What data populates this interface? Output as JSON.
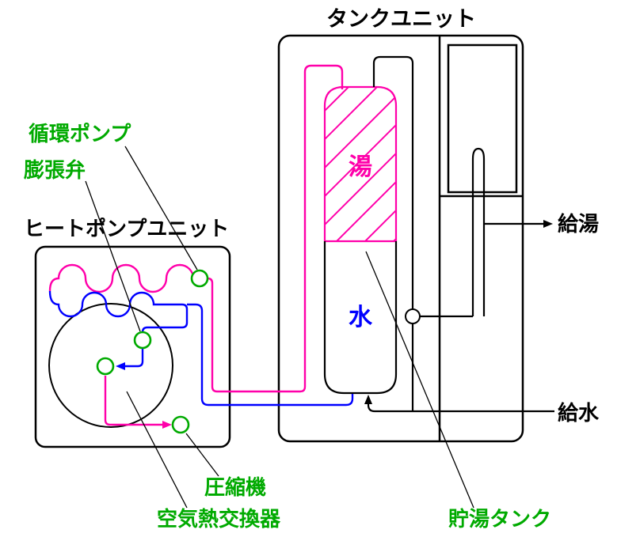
{
  "diagram": {
    "title": "タンクユニット",
    "heat_pump_unit_label": "ヒートポンプユニット",
    "components": {
      "circulation_pump": "循環ポンプ",
      "expansion_valve": "膨張弁",
      "compressor": "圧縮機",
      "air_heat_exchanger": "空気熱交換器",
      "storage_tank": "貯湯タンク"
    },
    "tank": {
      "hot_zone": "湯",
      "cold_zone": "水"
    },
    "connections": {
      "hot_water_out": "給湯",
      "water_in": "給水"
    },
    "colors": {
      "hot": "#ff00aa",
      "cold": "#0000ff",
      "component": "#00aa00",
      "black": "#000000"
    }
  }
}
